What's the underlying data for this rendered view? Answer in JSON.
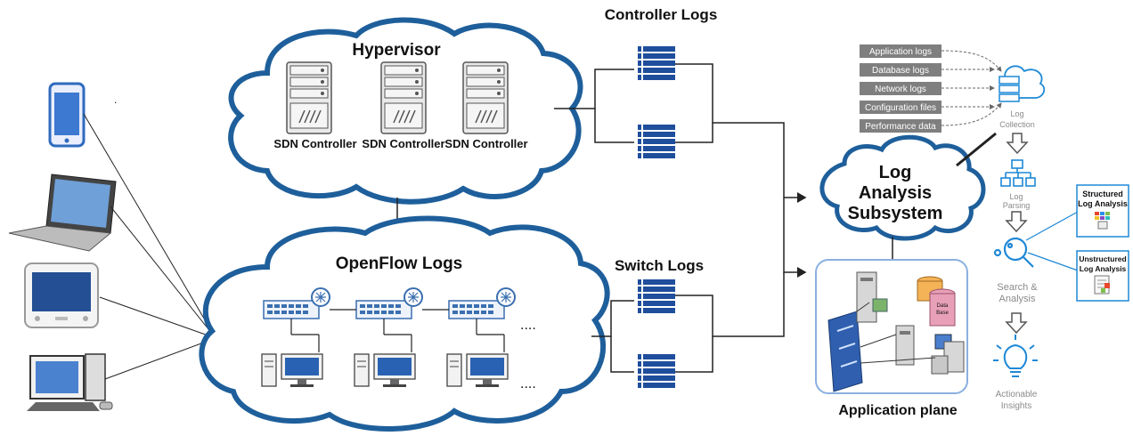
{
  "hypervisor": {
    "title": "Hypervisor",
    "controllers": [
      "SDN Controller",
      "SDN Controller",
      "SDN Controller"
    ]
  },
  "openflow": {
    "title": "OpenFlow Logs",
    "ellipsis_top": "....",
    "ellipsis_bottom": "...."
  },
  "logs": {
    "controller_title": "Controller Logs",
    "switch_title": "Switch Logs"
  },
  "subsystem": {
    "line1": "Log",
    "line2": "Analysis",
    "line3": "Subsystem"
  },
  "application_plane": {
    "title": "Application plane",
    "db_label_1": "Data",
    "db_label_2": "Base"
  },
  "log_sources": [
    "Application logs",
    "Database logs",
    "Network logs",
    "Configuration files",
    "Performance data"
  ],
  "pipeline": {
    "collection_1": "Log",
    "collection_2": "Collection",
    "parsing_1": "Log",
    "parsing_2": "Parsing",
    "search_1": "Search &",
    "search_2": "Analysis",
    "insights_1": "Actionable",
    "insights_2": "Insights"
  },
  "analysis_boxes": {
    "structured_1": "Structured",
    "structured_2": "Log Analysis",
    "unstructured_1": "Unstructured",
    "unstructured_2": "Log Analysis"
  },
  "colors": {
    "cloud_stroke": "#1e5f9b",
    "log_blue": "#1f4e9c",
    "pipeline_blue": "#1e88d6",
    "gray_arrow": "#6b6b6b"
  }
}
